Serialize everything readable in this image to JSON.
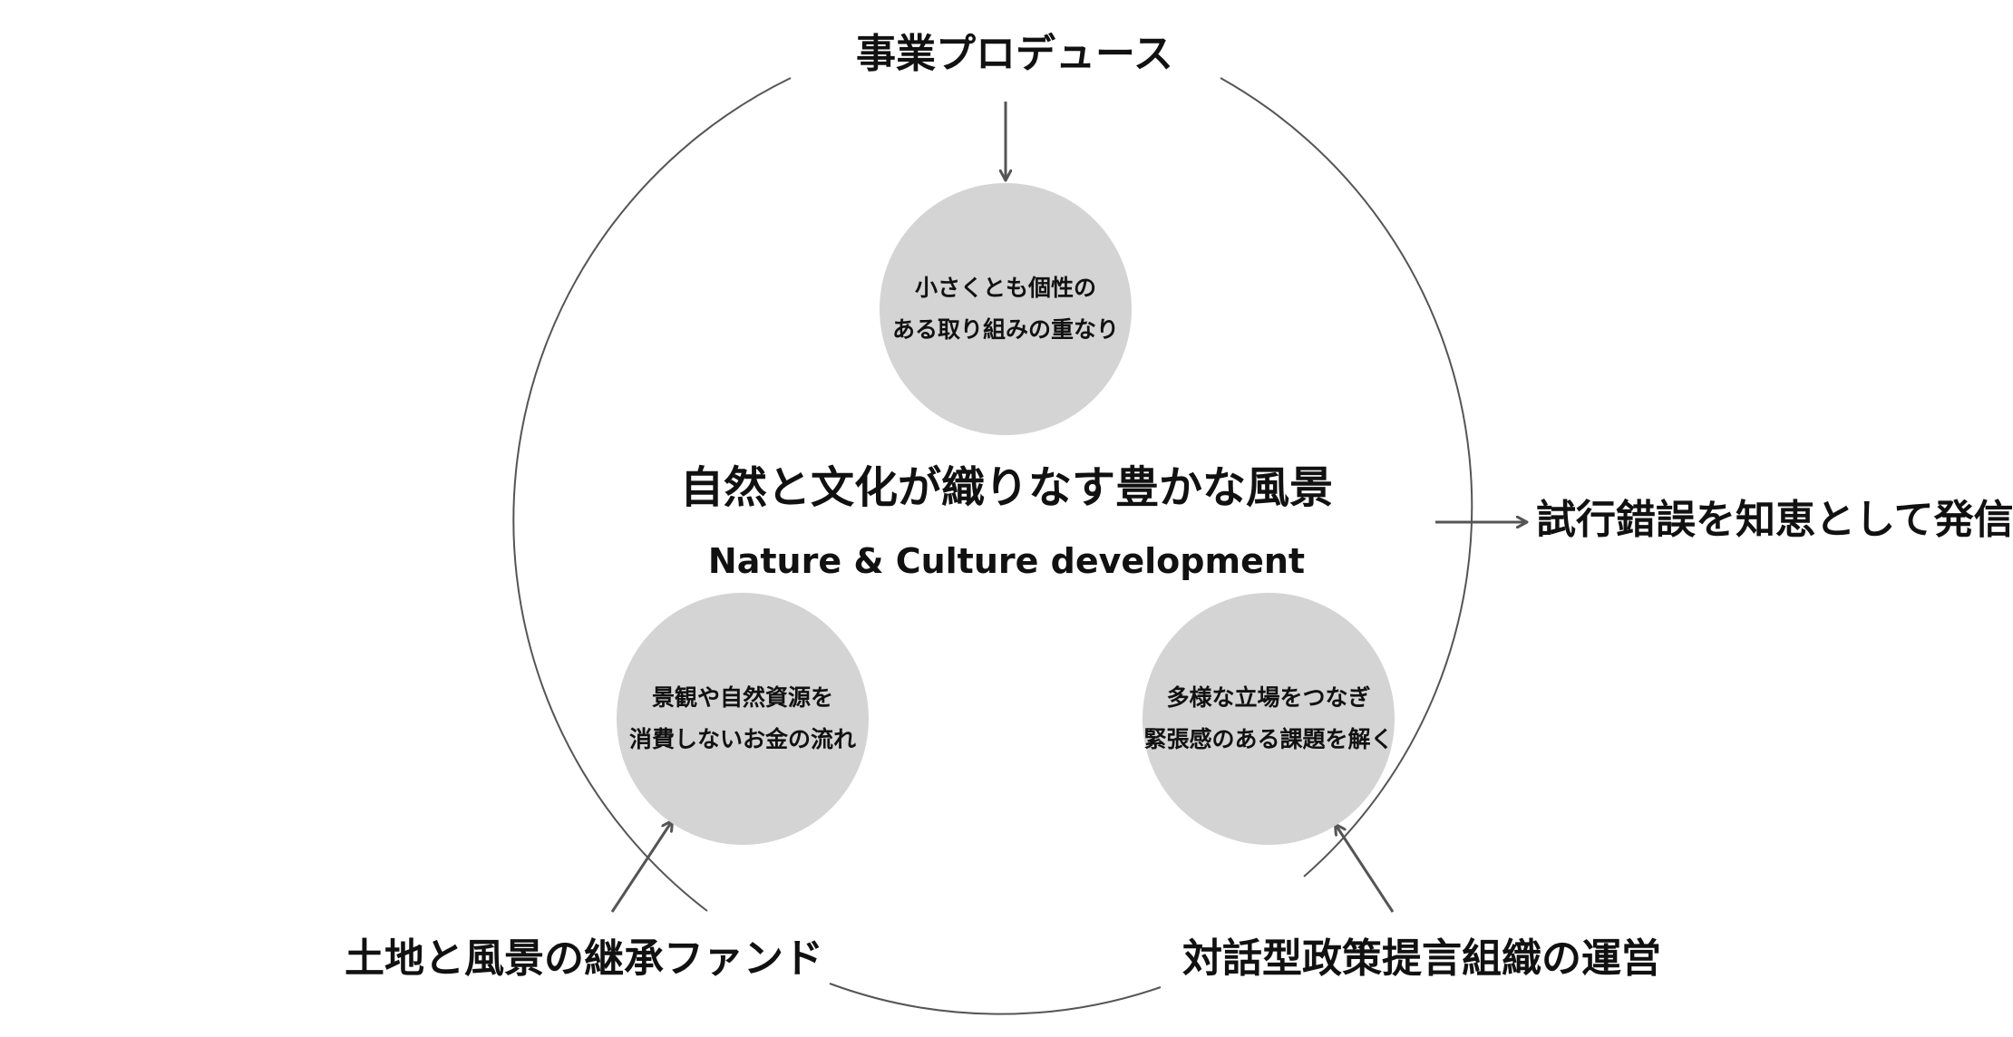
{
  "colors": {
    "outline": "#555555",
    "arrow": "#555555",
    "bubble_fill": "#d4d4d4",
    "text": "#111111"
  },
  "top_label": "事業プロデュース",
  "right_label": "試行錯誤を知恵として発信",
  "bottom_left_label": "土地と風景の継承ファンド",
  "bottom_right_label": "対話型政策提言組織の運営",
  "center": {
    "title": "自然と文化が織りなす豊かな風景",
    "subtitle": "Nature & Culture development"
  },
  "bubbles": {
    "top": {
      "line1": "小さくとも個性の",
      "line2": "ある取り組みの重なり"
    },
    "left": {
      "line1": "景観や自然資源を",
      "line2": "消費しないお金の流れ"
    },
    "right": {
      "line1": "多様な立場をつなぎ",
      "line2": "緊張感のある課題を解く"
    }
  }
}
